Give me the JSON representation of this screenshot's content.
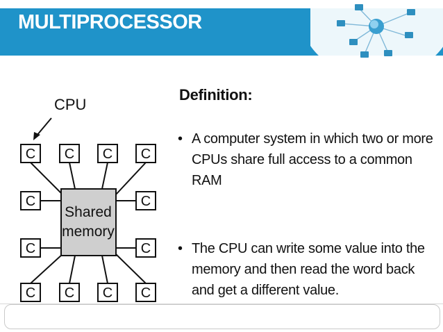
{
  "slide": {
    "title": "MULTIPROCESSOR",
    "colors": {
      "header": "#1f93c9",
      "text": "#111111",
      "node_fill": "#cfcfcf"
    }
  },
  "diagram": {
    "cpu_label": "CPU",
    "cpu_node_label": "C",
    "memory_label_line1": "Shared",
    "memory_label_line2": "memory",
    "cpu_count": 12
  },
  "definition": {
    "heading": "Definition:",
    "bullets": [
      {
        "text": "A computer system in which two or more CPUs share full access to a common RAM"
      },
      {
        "text": "The CPU can write some value into the memory and then read the word back and get a different value."
      }
    ]
  },
  "decorations": {
    "network_icon": "network-globe-icon"
  }
}
